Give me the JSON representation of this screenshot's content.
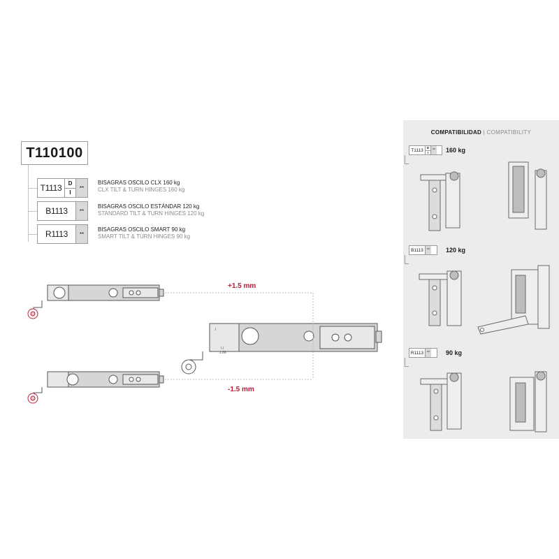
{
  "product_code": "T110100",
  "references": [
    {
      "code": "T1113",
      "d_label": "D",
      "i_label": "I",
      "stars": "**",
      "desc_es": "BISAGRAS OSCILO CLX 160 kg",
      "desc_en": "CLX TILT & TURN HINGES 160 kg"
    },
    {
      "code": "B1113",
      "stars": "**",
      "desc_es": "BISAGRAS OSCILO ESTÁNDAR 120 kg",
      "desc_en": "STANDARD TILT & TURN HINGES 120 kg"
    },
    {
      "code": "R1113",
      "stars": "**",
      "desc_es": "BISAGRAS OSCILO SMART 90 kg",
      "desc_en": "SMART TILT & TURN HINGES 90 kg"
    }
  ],
  "adjustment": {
    "plus": "+1.5 mm",
    "minus": "-1.5 mm"
  },
  "compatibility": {
    "title_es": "COMPATIBILIDAD",
    "separator": " | ",
    "title_en": "COMPATIBILITY",
    "items": [
      {
        "code": "T1113",
        "d_label": "D",
        "i_label": "I",
        "stars": "**",
        "weight": "160 kg"
      },
      {
        "code": "B1113",
        "stars": "**",
        "weight": "120 kg"
      },
      {
        "code": "R1113",
        "stars": "**",
        "weight": "90 kg"
      }
    ]
  },
  "drawing_labels": {
    "tick_a": "I",
    "tick_b": "I.I",
    "tick_c": "1.66"
  },
  "colors": {
    "accent_red": "#b51f3a",
    "panel_gray": "#ececec",
    "outline": "#555555",
    "metal": "#d6d6d6"
  }
}
